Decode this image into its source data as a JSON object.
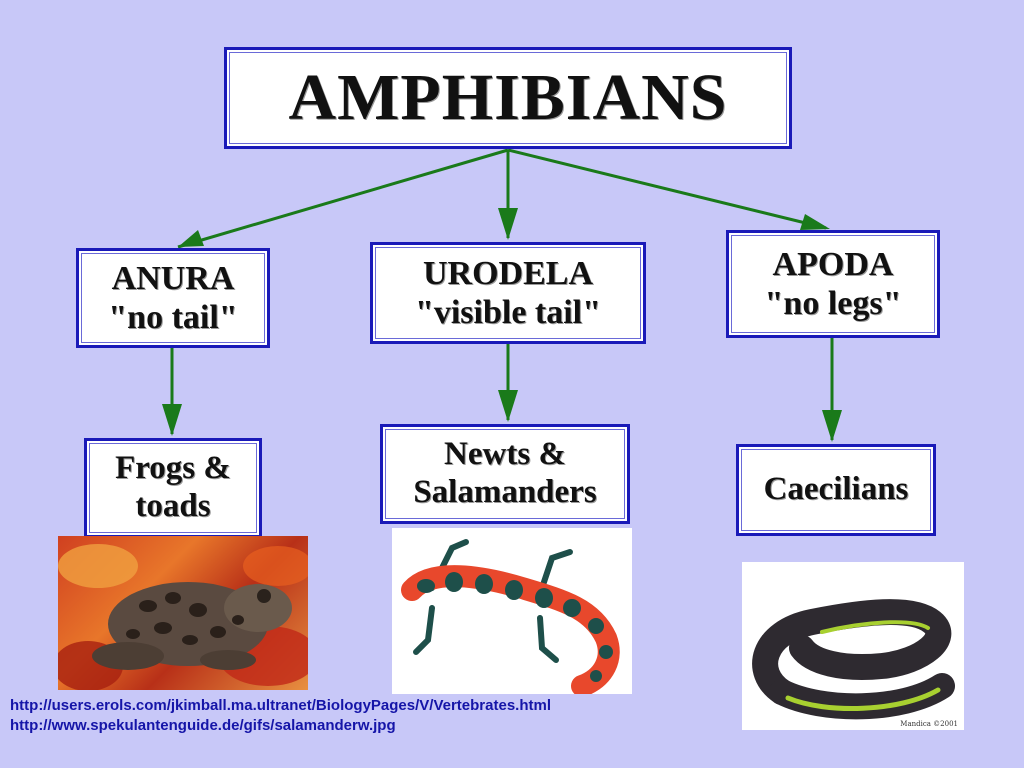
{
  "title": "AMPHIBIANS",
  "orders": [
    {
      "name": "ANURA",
      "meaning": "\"no tail\"",
      "group_line1": "Frogs &",
      "group_line2": "toads"
    },
    {
      "name": "URODELA",
      "meaning": "\"visible tail\"",
      "group_line1": "Newts &",
      "group_line2": "Salamanders"
    },
    {
      "name": "APODA",
      "meaning": "\"no legs\"",
      "group_line1": "Caecilians",
      "group_line2": ""
    }
  ],
  "image_credit": "Mandica ©2001",
  "sources": [
    "http://users.erols.com/jkimball.ma.ultranet/BiologyPages/V/Vertebrates.html",
    "http://www.spekulantenguide.de/gifs/salamanderw.jpg"
  ],
  "colors": {
    "background": "#c8c8f8",
    "box_border": "#1a1ab8",
    "arrow": "#1a7a1a",
    "link_text": "#1515a8"
  }
}
